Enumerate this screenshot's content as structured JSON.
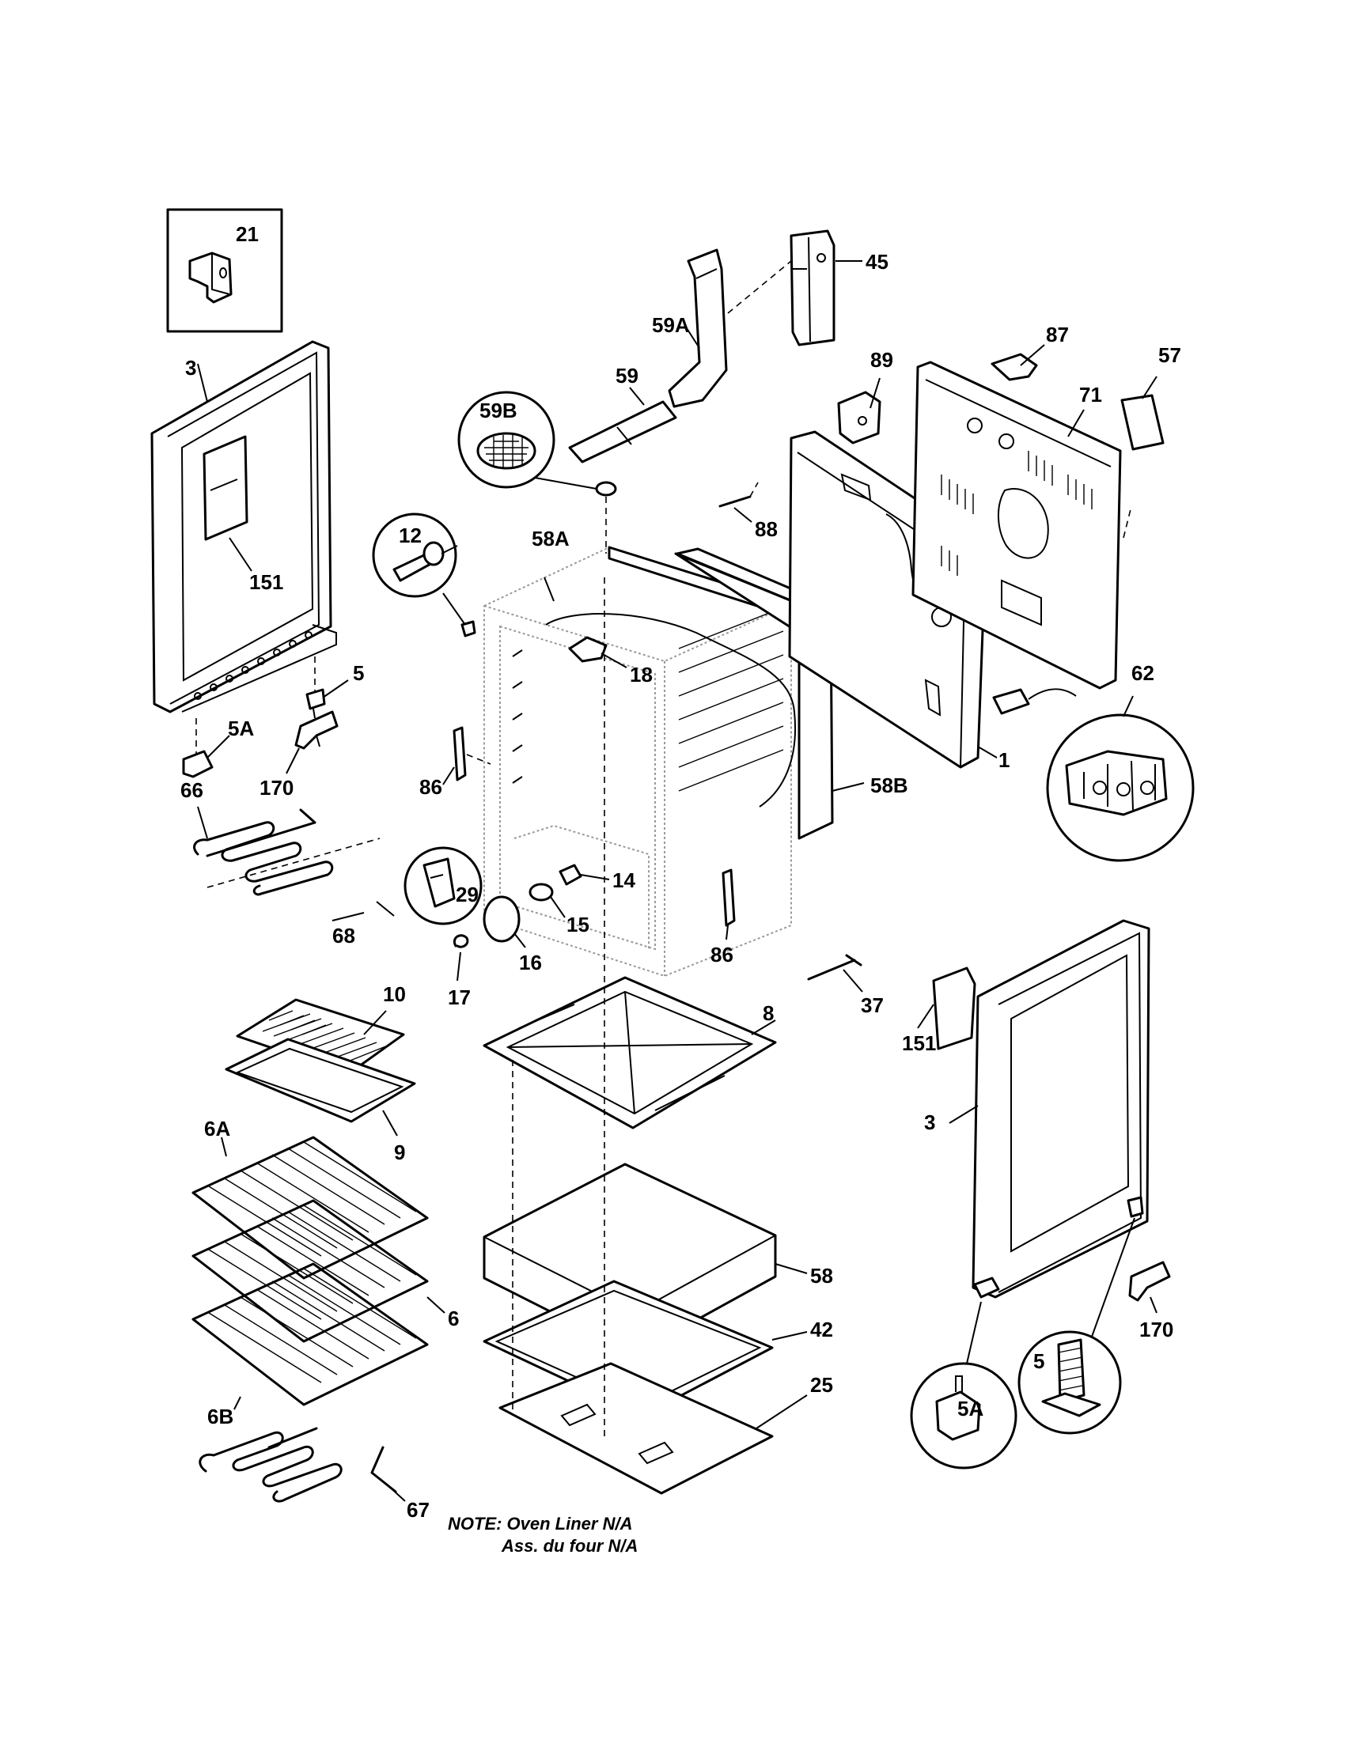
{
  "callouts": {
    "c21": "21",
    "c3_left": "3",
    "c151_left": "151",
    "c5_left": "5",
    "c5A_left": "5A",
    "c170_left": "170",
    "c12": "12",
    "c58A": "58A",
    "c59B": "59B",
    "c59": "59",
    "c59A": "59A",
    "c45": "45",
    "c89": "89",
    "c87": "87",
    "c57": "57",
    "c71": "71",
    "c88": "88",
    "c18": "18",
    "c62": "62",
    "c1": "1",
    "c58B": "58B",
    "c86_left": "86",
    "c66": "66",
    "c29": "29",
    "c14": "14",
    "c15": "15",
    "c16": "16",
    "c17": "17",
    "c68": "68",
    "c86_right": "86",
    "c37": "37",
    "c10": "10",
    "c9": "9",
    "c8": "8",
    "c151_right": "151",
    "c3_right": "3",
    "c6A": "6A",
    "c6": "6",
    "c6B": "6B",
    "c58": "58",
    "c42": "42",
    "c25": "25",
    "c67": "67",
    "c5A_right": "5A",
    "c5_right": "5",
    "c170_right": "170"
  },
  "note": {
    "line1": "NOTE: Oven Liner N/A",
    "line2": "Ass. du four N/A"
  }
}
